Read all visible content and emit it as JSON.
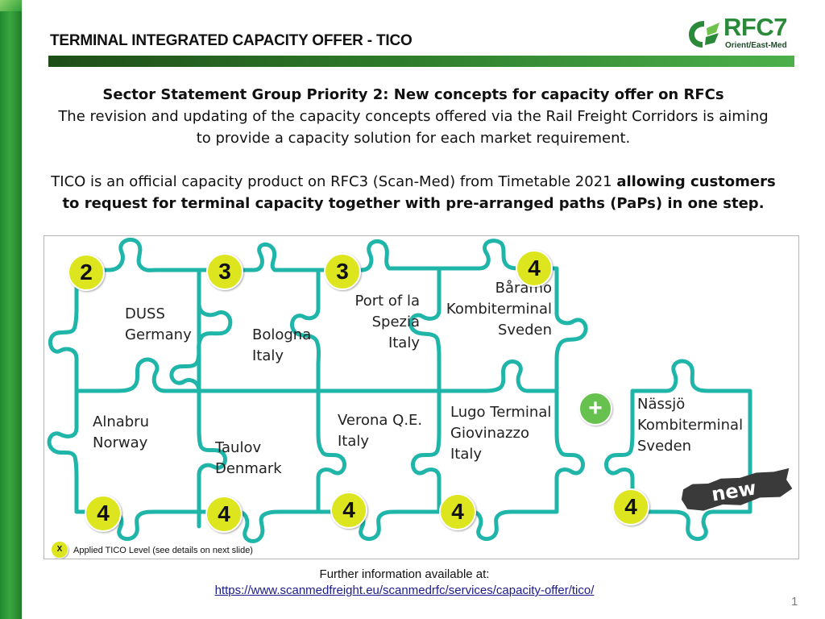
{
  "header": {
    "title": "TERMINAL INTEGRATED CAPACITY OFFER - TICO",
    "logo_text": "RFC7",
    "logo_subtitle": "Orient/East-Med"
  },
  "intro": {
    "heading": "Sector Statement Group Priority 2: New concepts for capacity offer on RFCs",
    "line1": "The revision and updating of the capacity concepts offered via the Rail Freight Corridors is aiming",
    "line2": "to provide a capacity solution for each market requirement.",
    "p2_normal": "TICO is an official capacity product on RFC3 (Scan-Med) from Timetable 2021",
    "p2_bold1": "allowing customers",
    "p2_bold2": "to request for terminal capacity together with pre-arranged paths (PaPs) in one step."
  },
  "terminals": [
    {
      "name": "DUSS\nGermany",
      "level": "2"
    },
    {
      "name": "Bologna\nItaly",
      "level": "3"
    },
    {
      "name": "Port of la\nSpezia\nItaly",
      "level": "3"
    },
    {
      "name": "Båramo\nKombiterminal\nSveden",
      "level": "4"
    },
    {
      "name": "Alnabru\nNorway",
      "level": "4"
    },
    {
      "name": "Taulov\nDenmark",
      "level": "4"
    },
    {
      "name": "Verona Q.E.\nItaly",
      "level": "4"
    },
    {
      "name": "Lugo Terminal\nGiovinazzo\nItaly",
      "level": "4"
    },
    {
      "name": "Nässjö\nKombiterminal\nSveden",
      "level": "4"
    }
  ],
  "plus_symbol": "+",
  "new_label": "new",
  "legend": {
    "badge": "X",
    "text": "Applied TICO Level (see details on next slide)"
  },
  "footer": {
    "further_text": "Further information available at:",
    "link": "https://www.scanmedfreight.eu/scanmedrfc/services/capacity-offer/tico/",
    "page_number": "1"
  },
  "colors": {
    "accent_green": "#2a8a3a",
    "puzzle_stroke": "#1fb5a9",
    "level_badge": "#dde51e"
  }
}
